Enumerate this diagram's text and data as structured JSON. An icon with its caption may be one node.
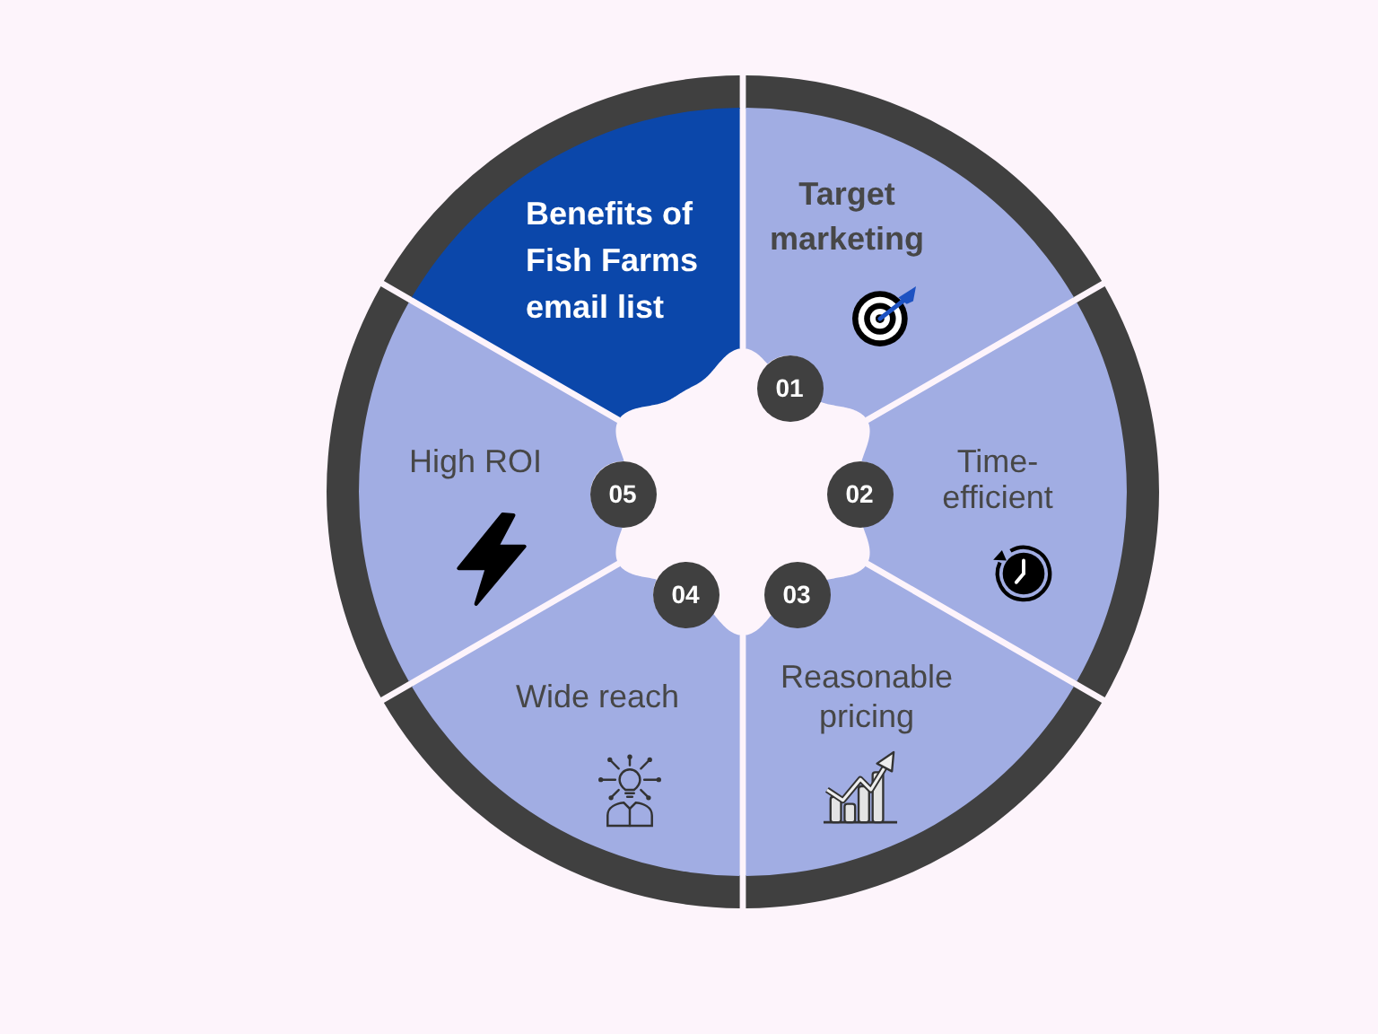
{
  "diagram": {
    "nodes": [
      {
        "text": [
          "Benefits of Fish Farms email list"
        ]
      },
      {
        "text": [
          "Target marketing"
        ]
      },
      {
        "text": [
          "01"
        ]
      },
      {
        "text": [
          "Time-efficient"
        ]
      },
      {
        "text": [
          "02"
        ]
      },
      {
        "text": [
          "Reasonable pricing"
        ]
      },
      {
        "text": [
          "03"
        ]
      },
      {
        "text": [
          "Wide reach"
        ]
      },
      {
        "text": [
          "04"
        ]
      },
      {
        "text": [
          "High ROI"
        ]
      },
      {
        "text": [
          "05"
        ]
      }
    ]
  }
}
